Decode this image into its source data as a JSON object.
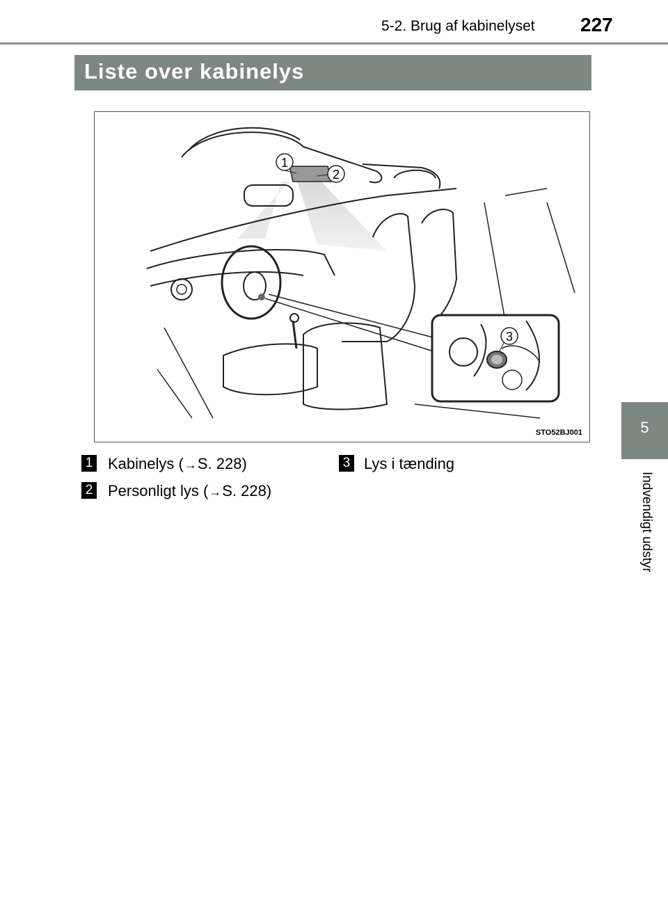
{
  "header": {
    "section": "5-2. Brug af kabinelyset",
    "page_number": "227"
  },
  "title": "Liste over kabinelys",
  "figure": {
    "code": "STO52BJ001",
    "callouts": [
      "1",
      "2",
      "3"
    ]
  },
  "legend": [
    {
      "num": "1",
      "text": "Kabinelys (",
      "ref": "S. 228)"
    },
    {
      "num": "2",
      "text": "Personligt lys (",
      "ref": "S. 228)"
    },
    {
      "num": "3",
      "text": "Lys i tænding",
      "ref": ""
    }
  ],
  "side_tab": {
    "number": "5",
    "label": "Indvendigt udstyr"
  },
  "icons": {
    "arrow": "right-arrow-icon"
  },
  "colors": {
    "title_bar": "#7e8883",
    "side_tab": "#7e8883"
  }
}
